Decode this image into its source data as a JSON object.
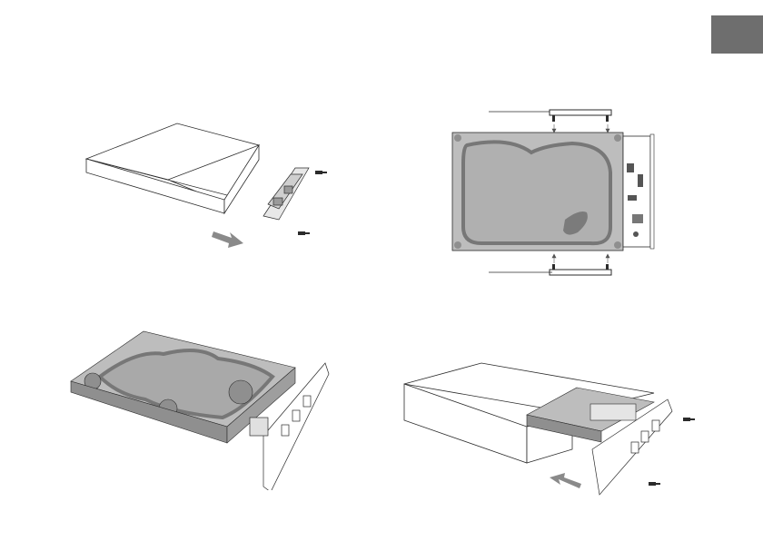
{
  "colors": {
    "page": "#ffffff",
    "tab": "#6e6e6e",
    "drive_top": "#bdbdbd",
    "drive_recess": "#a9a9a9",
    "drive_side": "#8f8f8f",
    "line": "#2b2b2b",
    "arrow": "#8a8a8a"
  },
  "steps": [
    {
      "id": "step-1",
      "subject": "enclosure-and-front-panel",
      "arrow": "arrow-right-down"
    },
    {
      "id": "step-2",
      "subject": "drive-with-mounting-rails",
      "arrow": "arrows-inward"
    },
    {
      "id": "step-3",
      "subject": "drive-attached-to-front-panel",
      "arrow": "none"
    },
    {
      "id": "step-4",
      "subject": "insert-drive-into-enclosure",
      "arrow": "arrow-left-up"
    }
  ]
}
